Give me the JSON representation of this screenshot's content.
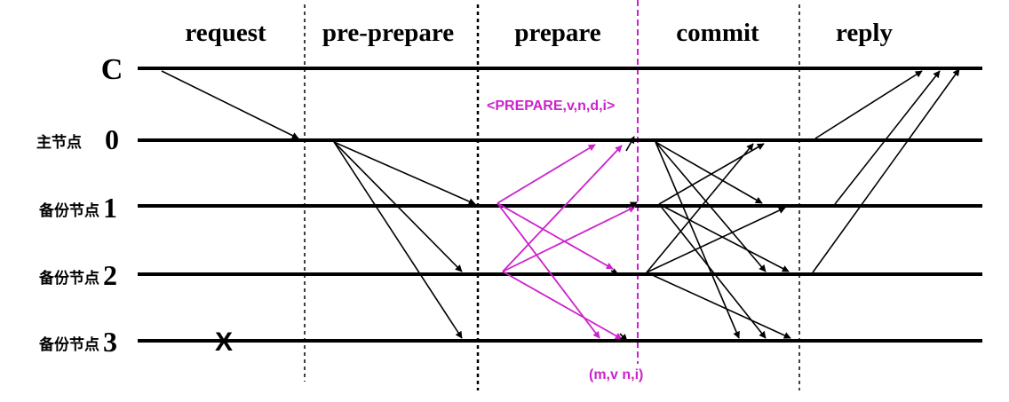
{
  "phases": [
    {
      "id": "request",
      "label": "request"
    },
    {
      "id": "pre-prepare",
      "label": "pre-prepare"
    },
    {
      "id": "prepare",
      "label": "prepare"
    },
    {
      "id": "commit",
      "label": "commit"
    },
    {
      "id": "reply",
      "label": "reply"
    }
  ],
  "nodes": [
    {
      "id": "c",
      "prefix": "",
      "label": "C"
    },
    {
      "id": "0",
      "prefix": "主节点",
      "label": "0"
    },
    {
      "id": "1",
      "prefix": "备份节点",
      "label": "1"
    },
    {
      "id": "2",
      "prefix": "备份节点",
      "label": "2"
    },
    {
      "id": "3",
      "prefix": "备份节点",
      "label": "3"
    }
  ],
  "annotations": {
    "prepare_message": "<PREPARE,v,n,d,i>",
    "prepare_tuple": "(m,v n,i)",
    "faulty_marker": "X"
  },
  "colors": {
    "lines": "#000000",
    "prepare_highlight": "#cc22cc"
  },
  "messages": {
    "request": [
      [
        "c",
        "0"
      ]
    ],
    "pre_prepare": [
      [
        "0",
        "1"
      ],
      [
        "0",
        "2"
      ],
      [
        "0",
        "3"
      ]
    ],
    "prepare": [
      [
        "1",
        "0"
      ],
      [
        "1",
        "2"
      ],
      [
        "1",
        "3"
      ],
      [
        "2",
        "0"
      ],
      [
        "2",
        "1"
      ],
      [
        "2",
        "3"
      ]
    ],
    "commit": [
      [
        "0",
        "1"
      ],
      [
        "0",
        "2"
      ],
      [
        "0",
        "3"
      ],
      [
        "1",
        "0"
      ],
      [
        "1",
        "2"
      ],
      [
        "1",
        "3"
      ],
      [
        "2",
        "0"
      ],
      [
        "2",
        "1"
      ],
      [
        "2",
        "3"
      ]
    ],
    "reply": [
      [
        "0",
        "c"
      ],
      [
        "1",
        "c"
      ],
      [
        "2",
        "c"
      ]
    ]
  }
}
